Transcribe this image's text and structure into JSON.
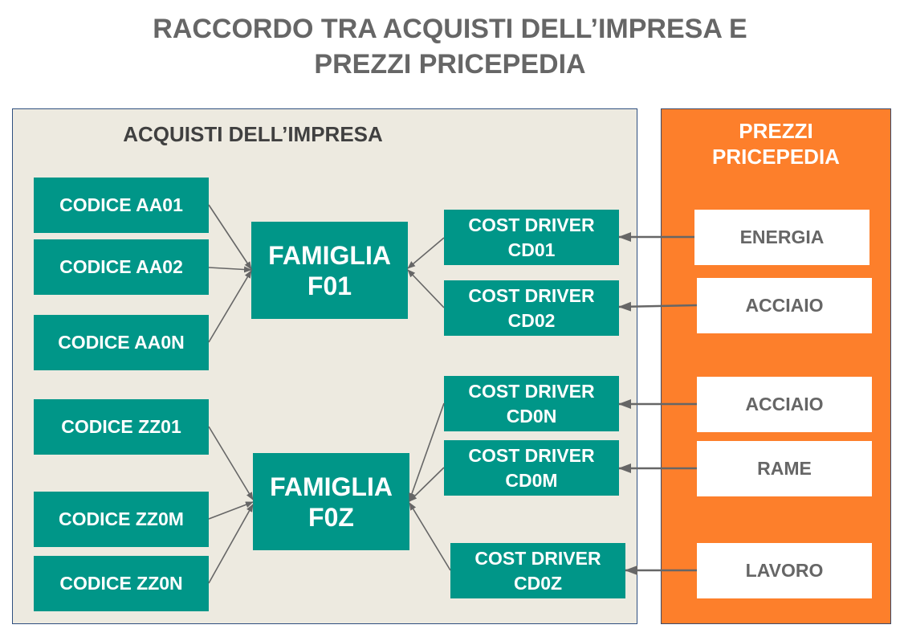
{
  "title": "RACCORDO TRA ACQUISTI DELL’IMPRESA E PREZZI PRICEPEDIA",
  "left_panel": {
    "title": "ACQUISTI DELL’IMPRESA",
    "codes": [
      "CODICE AA01",
      "CODICE AA02",
      "CODICE AA0N",
      "CODICE ZZ01",
      "CODICE ZZ0M",
      "CODICE ZZ0N"
    ],
    "families": [
      "FAMIGLIA F01",
      "FAMIGLIA F0Z"
    ],
    "cost_drivers": [
      "COST DRIVER CD01",
      "COST DRIVER CD02",
      "COST DRIVER CD0N",
      "COST DRIVER CD0M",
      "COST DRIVER CD0Z"
    ]
  },
  "right_panel": {
    "title": "PREZZI PRICEPEDIA",
    "prices": [
      "ENERGIA",
      "ACCIAIO",
      "ACCIAIO",
      "RAME",
      "LAVORO"
    ]
  },
  "connections": [
    {
      "from": "CODICE AA01",
      "to": "FAMIGLIA F01"
    },
    {
      "from": "CODICE AA02",
      "to": "FAMIGLIA F01"
    },
    {
      "from": "CODICE AA0N",
      "to": "FAMIGLIA F01"
    },
    {
      "from": "COST DRIVER CD01",
      "to": "FAMIGLIA F01"
    },
    {
      "from": "COST DRIVER CD02",
      "to": "FAMIGLIA F01"
    },
    {
      "from": "CODICE ZZ01",
      "to": "FAMIGLIA F0Z"
    },
    {
      "from": "CODICE ZZ0M",
      "to": "FAMIGLIA F0Z"
    },
    {
      "from": "CODICE ZZ0N",
      "to": "FAMIGLIA F0Z"
    },
    {
      "from": "COST DRIVER CD0N",
      "to": "FAMIGLIA F0Z"
    },
    {
      "from": "COST DRIVER CD0M",
      "to": "FAMIGLIA F0Z"
    },
    {
      "from": "COST DRIVER CD0Z",
      "to": "FAMIGLIA F0Z"
    },
    {
      "from": "ENERGIA",
      "to": "COST DRIVER CD01"
    },
    {
      "from": "ACCIAIO",
      "to": "COST DRIVER CD02"
    },
    {
      "from": "ACCIAIO",
      "to": "COST DRIVER CD0N"
    },
    {
      "from": "RAME",
      "to": "COST DRIVER CD0M"
    },
    {
      "from": "LAVORO",
      "to": "COST DRIVER CD0Z"
    }
  ],
  "colors": {
    "teal": "#009688",
    "orange": "#fd7f2b",
    "panel_bg": "#edeae0",
    "title_gray": "#666666",
    "arrow_gray": "#666666"
  }
}
